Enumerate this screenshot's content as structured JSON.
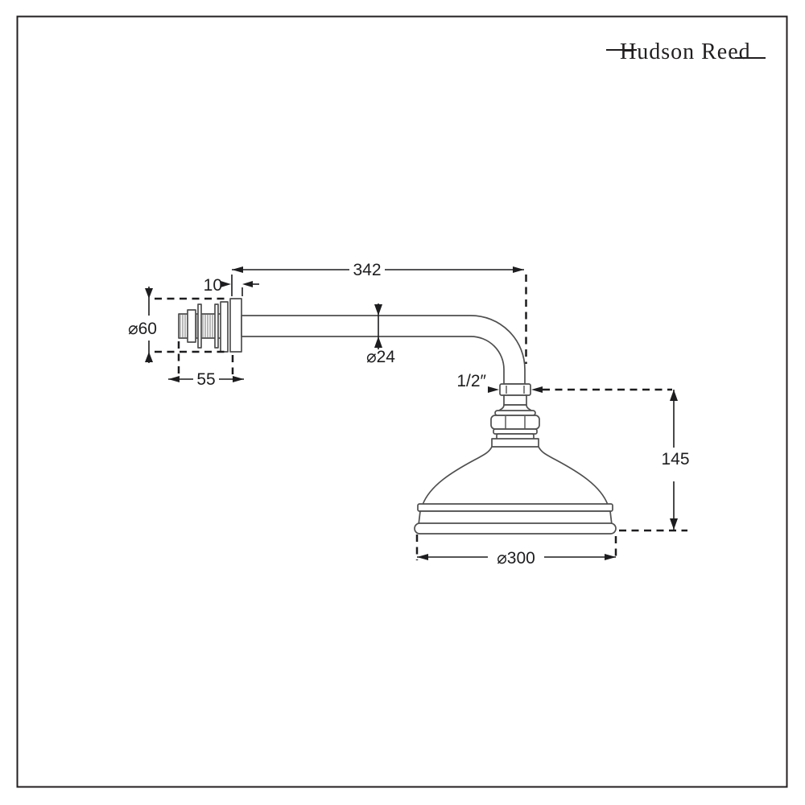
{
  "brand": {
    "logo_text": "Hudson Reed"
  },
  "colors": {
    "outline": "#4f4f4f",
    "dimension_ink": "#1d1d1f",
    "background": "#ffffff"
  },
  "dimensions": {
    "arm_length": "342",
    "wall_plate_thickness": "10",
    "wall_plate_diameter": "⌀60",
    "wall_stem_length": "55",
    "arm_diameter": "⌀24",
    "connector_thread": "1/2″",
    "head_height": "145",
    "head_diameter": "⌀300"
  }
}
